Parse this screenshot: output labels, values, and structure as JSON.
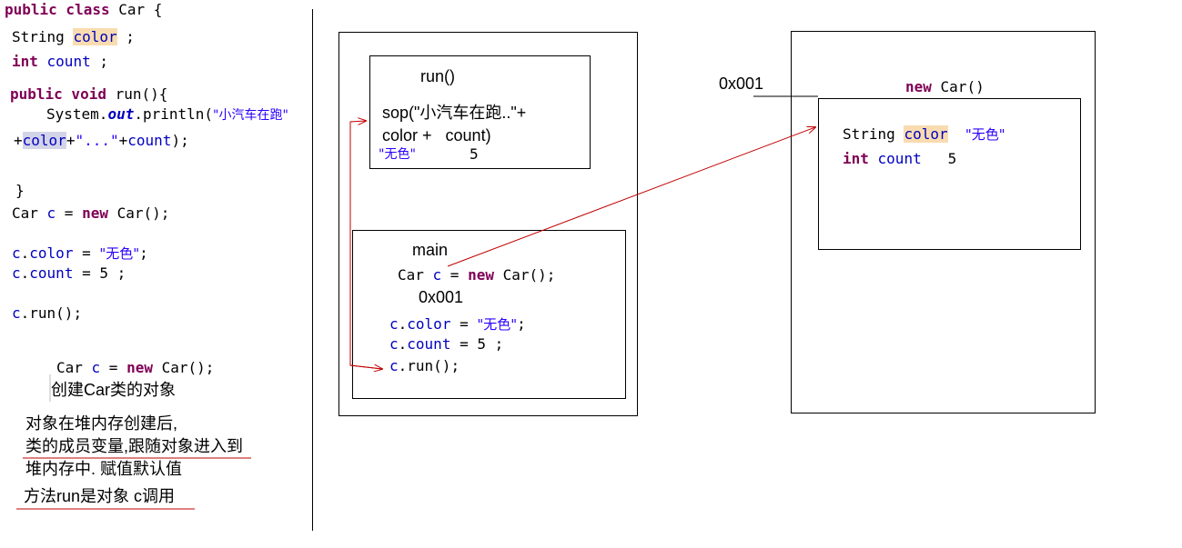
{
  "left_code": {
    "class_decl": {
      "kw": "public class",
      "name": " Car {"
    },
    "field1": {
      "type": "String ",
      "name": "color",
      "rest": " ;"
    },
    "field2": {
      "kw": "int",
      "name": " count",
      "rest": " ;"
    },
    "method_decl": {
      "kw": "public void",
      "rest": " run(){"
    },
    "println": {
      "pre": "System.",
      "out": "out",
      "mid": ".println(",
      "str": "\"小汽车在跑\""
    },
    "println_cont": {
      "plus": "+",
      "color": "color",
      "mid": "+",
      "str": "\"...\"",
      "rest": "+",
      "count": "count",
      "end": ");"
    },
    "close_brace": "}",
    "new_line": {
      "type": "Car ",
      "var": "c",
      "eq": " = ",
      "kw": "new",
      "rest": " Car();"
    },
    "assign1": {
      "var": "c",
      "dot": ".",
      "field": "color",
      "eq": " = ",
      "str": "\"无色\"",
      "end": ";"
    },
    "assign2": {
      "var": "c",
      "dot": ".",
      "field": "count",
      "rest": " = 5 ;"
    },
    "call": {
      "var": "c",
      "rest": ".run();"
    }
  },
  "left_notes": {
    "code": {
      "type": "Car ",
      "var": "c",
      "eq": " = ",
      "kw": "new",
      "rest": " Car();"
    },
    "note1": "创建Car类的对象",
    "note2": "对象在堆内存创建后,",
    "note3": "类的成员变量,跟随对象进入到",
    "note4": "堆内存中. 赋值默认值",
    "note5": "方法run是对象 c调用"
  },
  "stack": {
    "run_frame": {
      "title": "run()",
      "line1": "sop(\"小汽车在跑..\"+",
      "line2": "color +   count)",
      "val_color": "\"无色\"",
      "val_count": "5"
    },
    "main_frame": {
      "title": "main",
      "code_type": "Car ",
      "code_var": "c",
      "code_eq": " = ",
      "code_kw": "new",
      "code_rest": " Car();",
      "address": "0x001",
      "assign1": {
        "var": "c",
        "dot": ".",
        "field": "color",
        "eq": " = ",
        "str": "\"无色\"",
        "end": ";"
      },
      "assign2": {
        "var": "c",
        "dot": ".",
        "field": "count",
        "rest": " = 5 ;"
      },
      "call": {
        "var": "c",
        "rest": ".run();"
      }
    }
  },
  "heap": {
    "address": "0x001",
    "object_title": {
      "kw": "new",
      "rest": " Car()"
    },
    "field1": {
      "type": "String ",
      "name": "color",
      "value": "\"无色\""
    },
    "field2": {
      "kw": "int",
      "name": " count",
      "value": "5"
    }
  },
  "colors": {
    "keyword": "#7f0055",
    "field": "#0000c0",
    "string": "#2a00ff",
    "arrow": "#c00000",
    "highlight": "#f8dcb0"
  }
}
